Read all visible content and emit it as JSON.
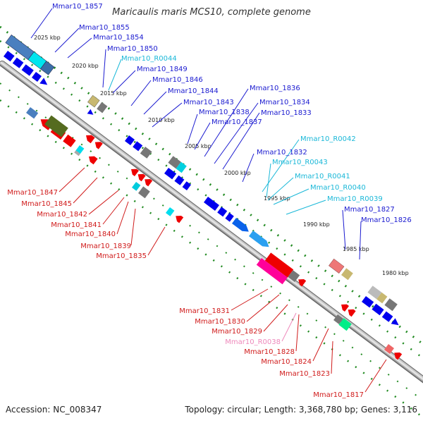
{
  "title": "Maricaulis maris MCS10, complete genome",
  "footer": {
    "accession": "Accession: NC_008347",
    "topology": "Topology: circular; Length: 3,368,780 bp; Genes: 3,116"
  },
  "colors": {
    "cds_forward": "#0000ff",
    "cds_reverse": "#ff0000",
    "rna": "#00ffff",
    "pseudo": "#888888",
    "backbone": "#777777",
    "ticks": "#228b22",
    "label_forward": "#1a1ad0",
    "label_reverse": "#d01a1a",
    "label_rna": "#1ab8d8",
    "label_rna_rev": "#ee88bb"
  },
  "scale_labels": [
    "2025 kbp",
    "2020 kbp",
    "2015 kbp",
    "2010 kbp",
    "2005 kbp",
    "2000 kbp",
    "1995 kbp",
    "1990 kbp",
    "1985 kbp",
    "1980 kbp"
  ],
  "forward_labels": [
    "Mmar10_1857",
    "Mmar10_1855",
    "Mmar10_1854",
    "Mmar10_1850",
    "Mmar10_R0044",
    "Mmar10_1849",
    "Mmar10_1846",
    "Mmar10_1844",
    "Mmar10_1843",
    "Mmar10_1838",
    "Mmar10_1837",
    "Mmar10_1836",
    "Mmar10_1834",
    "Mmar10_1833",
    "Mmar10_1832",
    "Mmar10_R0042",
    "Mmar10_R0043",
    "Mmar10_R0041",
    "Mmar10_R0040",
    "Mmar10_R0039",
    "Mmar10_1827",
    "Mmar10_1826"
  ],
  "reverse_labels": [
    "Mmar10_1847",
    "Mmar10_1845",
    "Mmar10_1842",
    "Mmar10_1841",
    "Mmar10_1840",
    "Mmar10_1839",
    "Mmar10_1835",
    "Mmar10_1831",
    "Mmar10_1830",
    "Mmar10_1829",
    "Mmar10_R0038",
    "Mmar10_1828",
    "Mmar10_1824",
    "Mmar10_1823",
    "Mmar10_1817"
  ]
}
